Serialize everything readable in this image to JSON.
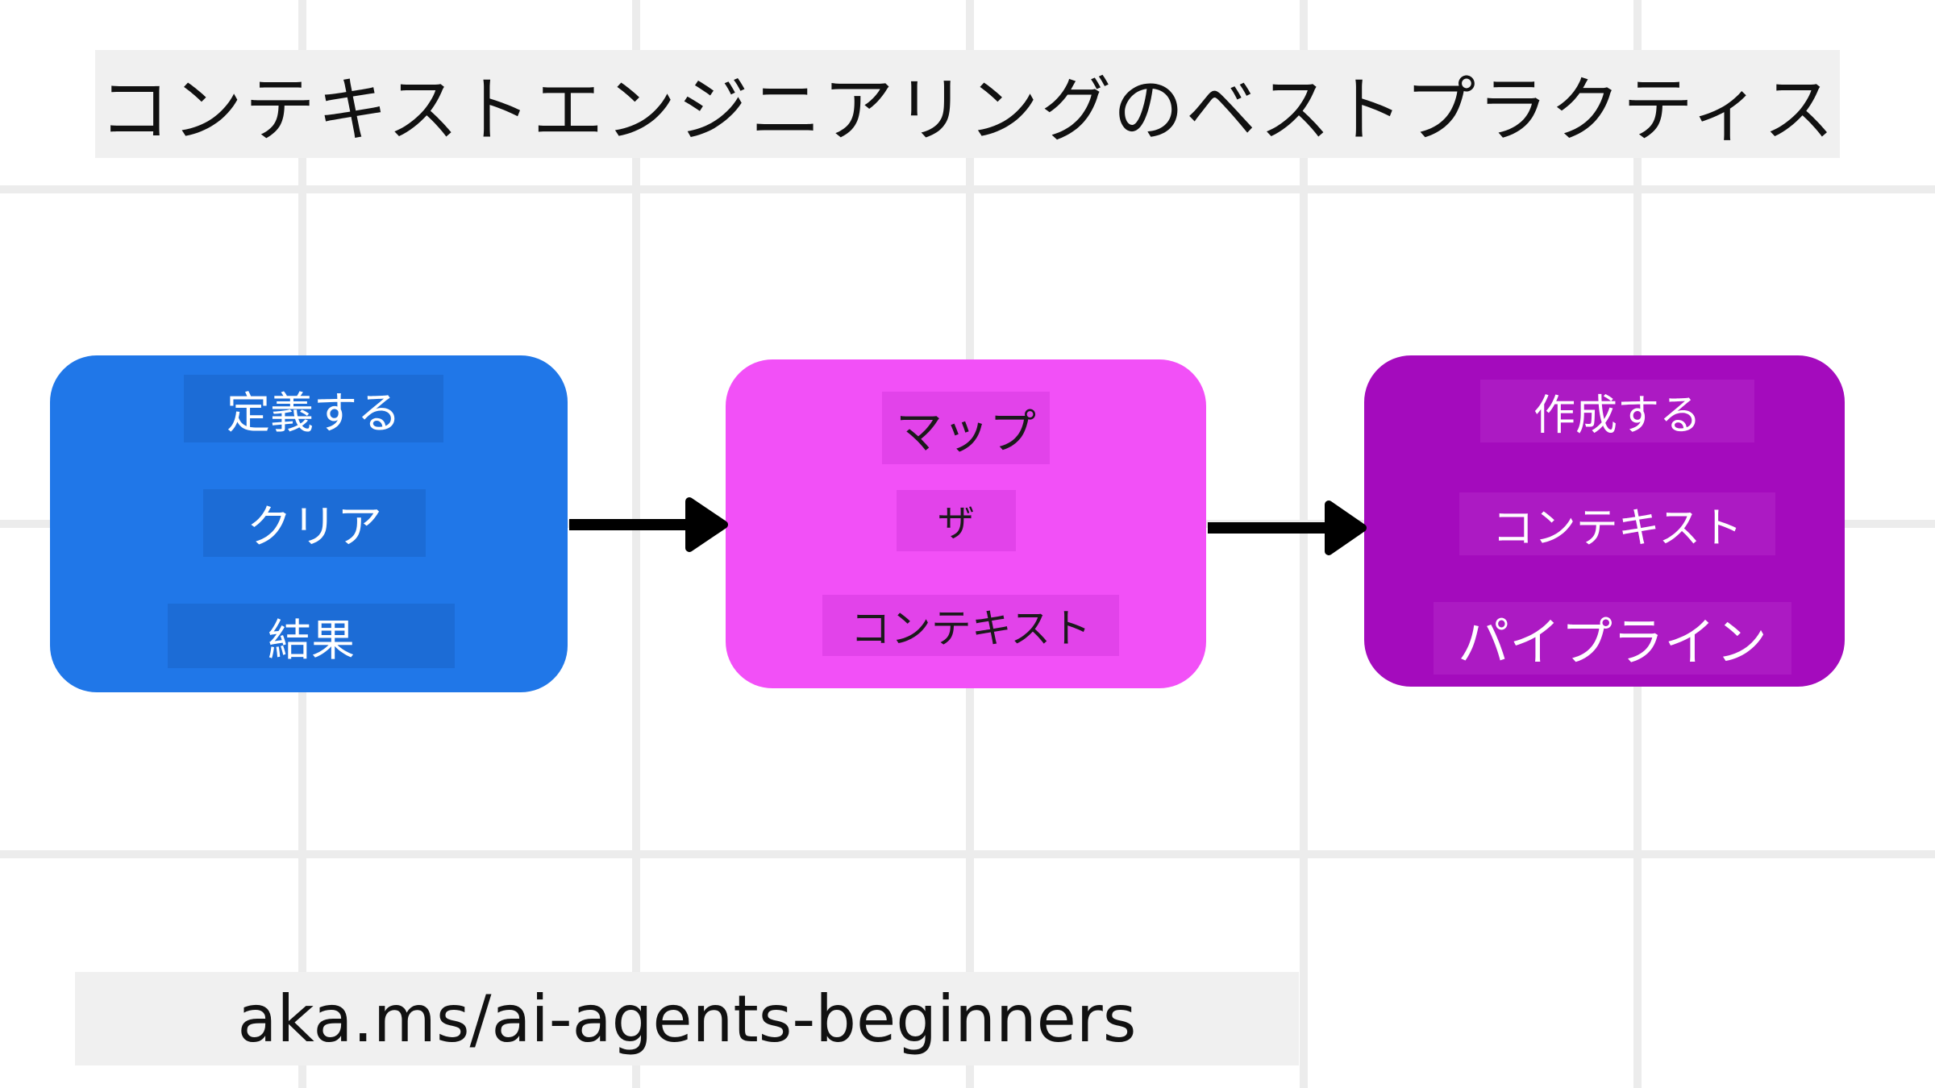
{
  "title": "コンテキストエンジニアリングのベストプラクティス",
  "footer": "aka.ms/ai-agents-beginners",
  "colors": {
    "background": "#ffffff",
    "grid": "#ececec",
    "label_bar": "#f0f0f0",
    "node_1": "#2077e8",
    "node_2": "#f250f7",
    "node_3": "#a40bbd",
    "arrow": "#000000"
  },
  "nodes": [
    {
      "id": "define",
      "fill": "#2077e8",
      "lines": [
        "定義する",
        "クリア",
        "結果"
      ],
      "text_color": "#ffffff",
      "chip_color": "#1c6cd6"
    },
    {
      "id": "map",
      "fill": "#f250f7",
      "lines": [
        "マップ",
        "ザ",
        "コンテキスト"
      ],
      "text_color": "#1a1a1a",
      "chip_color": "#e243ea"
    },
    {
      "id": "create",
      "fill": "#a40bbd",
      "lines": [
        "作成する",
        "コンテキスト",
        "パイプライン"
      ],
      "text_color": "#ffffff",
      "chip_color": "#ac1ac3"
    }
  ],
  "edges": [
    {
      "from": "define",
      "to": "map"
    },
    {
      "from": "map",
      "to": "create"
    }
  ]
}
